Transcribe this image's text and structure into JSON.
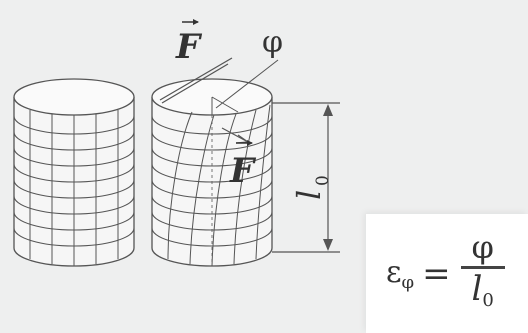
{
  "labels": {
    "force_top": "F",
    "force_side": "F",
    "angle": "φ",
    "length_symbol": "l",
    "length_sub": "0"
  },
  "formula": {
    "lhs": "ε",
    "lhs_sub": "φ",
    "equals": "=",
    "numerator": "φ",
    "denominator": "l",
    "denominator_sub": "0"
  },
  "colors": {
    "background": "#eeefef",
    "line": "#555555",
    "panel": "#ffffff"
  }
}
